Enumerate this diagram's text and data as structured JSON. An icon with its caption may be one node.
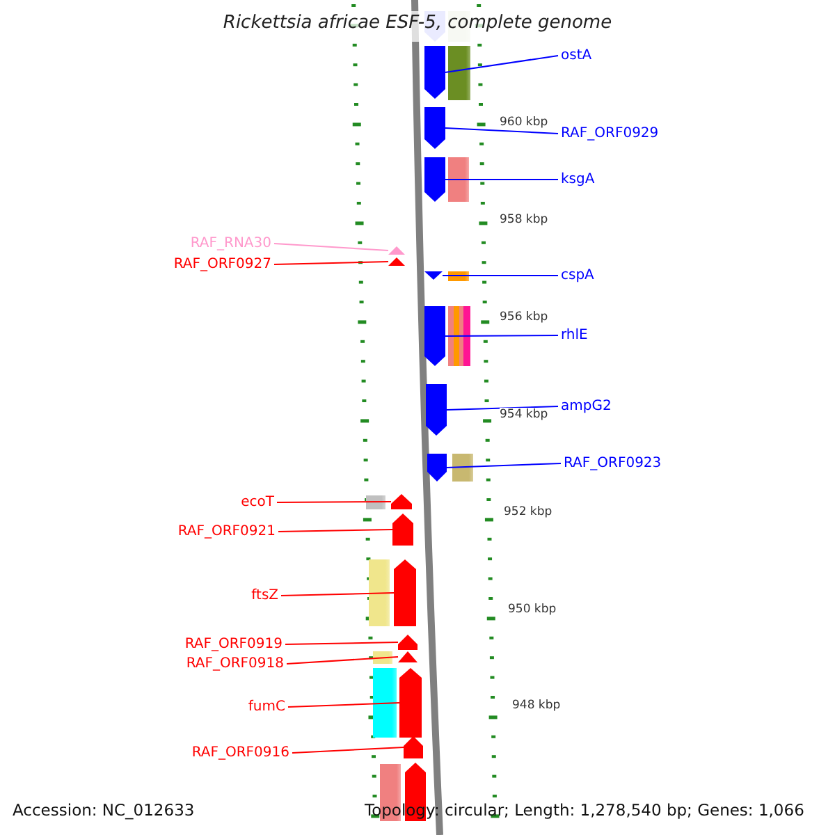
{
  "diagram": {
    "title": "Rickettsia africae ESF-5, complete genome",
    "nodes": [
      {
        "text": [
          "ostA"
        ]
      },
      {
        "text": [],
        "shape": "arrow"
      },
      {
        "text": [
          "RAF_ORF0929"
        ]
      },
      {
        "text": [],
        "shape": "arrow"
      },
      {
        "text": [
          "ksgA"
        ]
      },
      {
        "text": [],
        "shape": "arrow"
      },
      {
        "text": [
          "RAF_RNA30"
        ]
      },
      {
        "text": [],
        "shape": "arrow"
      },
      {
        "text": [
          "RAF_ORF0927"
        ]
      },
      {
        "text": [],
        "shape": "arrow"
      },
      {
        "text": [
          "cspA"
        ]
      },
      {
        "text": [],
        "shape": "arrow"
      },
      {
        "text": [
          "rhlE"
        ]
      },
      {
        "text": [],
        "shape": "arrow"
      },
      {
        "text": [
          "ampG2"
        ]
      },
      {
        "text": [],
        "shape": "arrow"
      },
      {
        "text": [
          "RAF_ORF0923"
        ]
      },
      {
        "text": [],
        "shape": "arrow"
      },
      {
        "text": [
          "ecoT"
        ]
      },
      {
        "text": [],
        "shape": "arrow"
      },
      {
        "text": [
          "RAF_ORF0921"
        ]
      },
      {
        "text": [],
        "shape": "arrow"
      },
      {
        "text": [
          "ftsZ"
        ]
      },
      {
        "text": [],
        "shape": "arrow"
      },
      {
        "text": [
          "RAF_ORF0919"
        ]
      },
      {
        "text": [],
        "shape": "arrow"
      },
      {
        "text": [
          "RAF_ORF0918"
        ]
      },
      {
        "text": [],
        "shape": "arrow"
      },
      {
        "text": [
          "fumC"
        ]
      },
      {
        "text": [],
        "shape": "arrow"
      },
      {
        "text": [
          "RAF_ORF0916"
        ]
      },
      {
        "text": [],
        "shape": "arrow"
      },
      {
        "text": [],
        "shape": "arrow"
      },
      {
        "text": [],
        "shape": "arrow"
      }
    ],
    "edges": [
      {
        "from": 0,
        "to": 1,
        "arrow": "none",
        "color": "#0000ff"
      },
      {
        "from": 2,
        "to": 3,
        "arrow": "none",
        "color": "#0000ff"
      },
      {
        "from": 4,
        "to": 5,
        "arrow": "none",
        "color": "#0000ff"
      },
      {
        "from": 6,
        "to": 7,
        "arrow": "none",
        "color": "#ff99cc"
      },
      {
        "from": 8,
        "to": 9,
        "arrow": "none"
      },
      {
        "from": 10,
        "to": 11,
        "arrow": "none",
        "color": "#0000ff"
      },
      {
        "from": 12,
        "to": 13,
        "arrow": "none",
        "color": "#0000ff"
      },
      {
        "from": 14,
        "to": 15,
        "arrow": "none",
        "color": "#0000ff"
      },
      {
        "from": 16,
        "to": 17,
        "arrow": "none",
        "color": "#0000ff"
      },
      {
        "from": 18,
        "to": 19,
        "arrow": "none"
      },
      {
        "from": 20,
        "to": 21,
        "arrow": "none"
      },
      {
        "from": 22,
        "to": 23,
        "arrow": "none"
      },
      {
        "from": 24,
        "to": 25,
        "arrow": "none"
      },
      {
        "from": 26,
        "to": 27,
        "arrow": "none"
      },
      {
        "from": 28,
        "to": 29,
        "arrow": "none"
      },
      {
        "from": 30,
        "to": 31,
        "arrow": "none"
      }
    ],
    "labels": [
      "960 kbp",
      "958 kbp",
      "956 kbp",
      "954 kbp",
      "952 kbp",
      "950 kbp",
      "948 kbp",
      "Accession: NC_012633",
      "Topology: circular; Length: 1,278,540 bp; Genes: 1,066"
    ]
  }
}
